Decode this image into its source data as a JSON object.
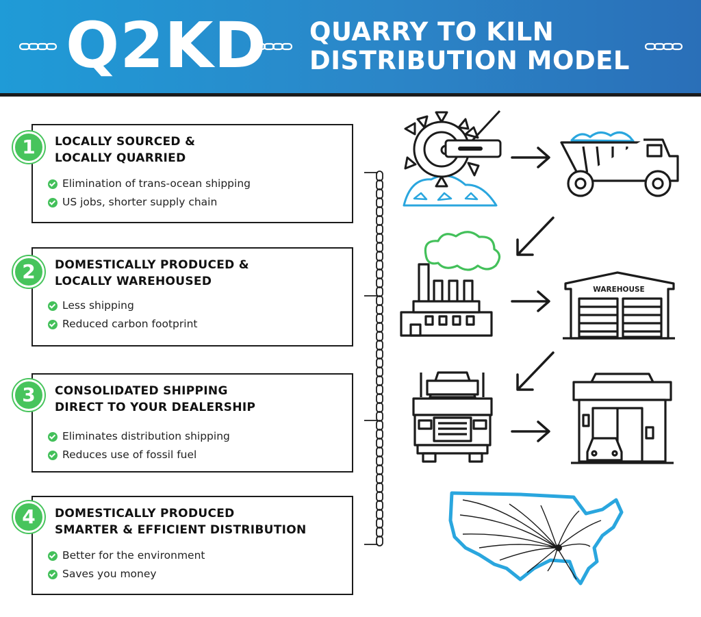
{
  "header": {
    "brand": "Q2KD",
    "title_line1": "QUARRY TO KILN",
    "title_line2": "DISTRIBUTION MODEL"
  },
  "steps": [
    {
      "number": "1",
      "title_line1": "LOCALLY SOURCED &",
      "title_line2": "LOCALLY QUARRIED",
      "benefits": [
        "Elimination of trans-ocean shipping",
        "US jobs, shorter supply chain"
      ]
    },
    {
      "number": "2",
      "title_line1": "DOMESTICALLY PRODUCED &",
      "title_line2": "LOCALLY WAREHOUSED",
      "benefits": [
        "Less shipping",
        "Reduced carbon footprint"
      ]
    },
    {
      "number": "3",
      "title_line1": "CONSOLIDATED SHIPPING",
      "title_line2": "DIRECT TO YOUR DEALERSHIP",
      "benefits": [
        "Eliminates distribution shipping",
        "Reduces use of fossil fuel"
      ]
    },
    {
      "number": "4",
      "title_line1": "DOMESTICALLY PRODUCED",
      "title_line2": "SMARTER & EFFICIENT DISTRIBUTION",
      "benefits": [
        "Better for the environment",
        "Saves you money"
      ]
    }
  ],
  "illustrations": {
    "warehouse_sign": "WAREHOUSE"
  },
  "icons": [
    "chain-icon",
    "check-icon",
    "bucket-wheel-excavator-icon",
    "dump-truck-icon",
    "factory-icon",
    "warehouse-icon",
    "semi-truck-icon",
    "dealership-icon",
    "us-map-icon",
    "arrow-icon"
  ],
  "colors": {
    "header_gradient_start": "#1f9bd7",
    "header_gradient_end": "#2a6fb8",
    "accent_green": "#47c45c",
    "accent_blue": "#2aa6de",
    "ink": "#1b1b1b"
  }
}
